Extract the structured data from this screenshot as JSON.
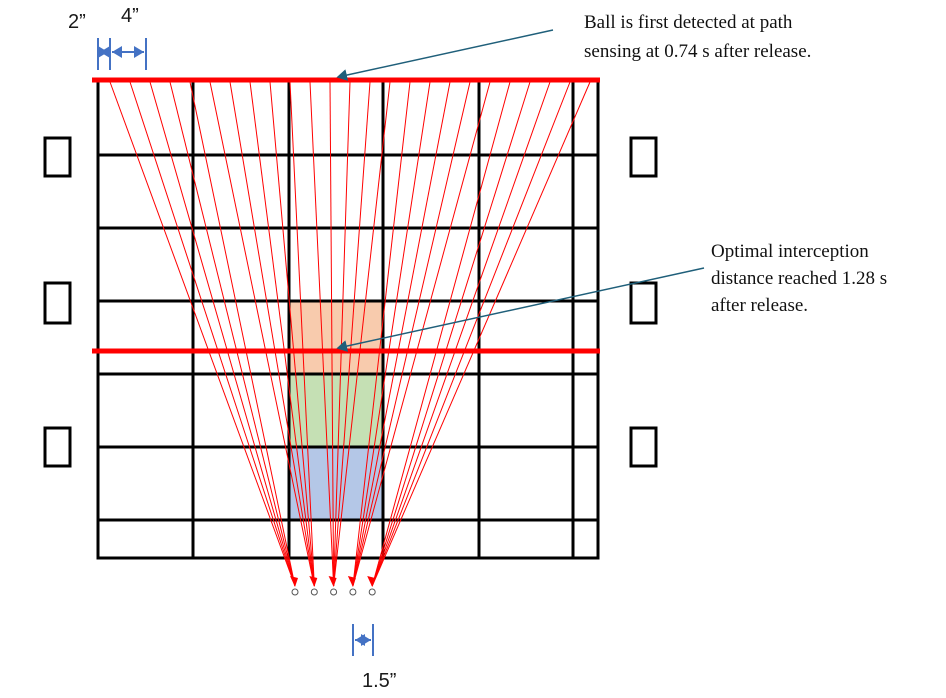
{
  "dimensions": {
    "left_offset": "2”",
    "lane_spacing": "4”",
    "target_spacing": "1.5”"
  },
  "annotations": {
    "first_detection": {
      "line1": "Ball is first detected at path",
      "line2": "sensing at 0.74 s after release."
    },
    "interception": {
      "line1": "Optimal interception",
      "line2": "distance reached 1.28 s",
      "line3": "after release."
    }
  },
  "diagram": {
    "ray_count": 25,
    "target_count": 5,
    "lane_colors": [
      "#f8cbad",
      "#c5e0b4",
      "#b4c7e7"
    ]
  },
  "colors": {
    "detection_line": "#ff0000",
    "rays": "#ff0000",
    "grid": "#000000",
    "dimension": "#4472c4",
    "leader": "#1f5f7a"
  }
}
